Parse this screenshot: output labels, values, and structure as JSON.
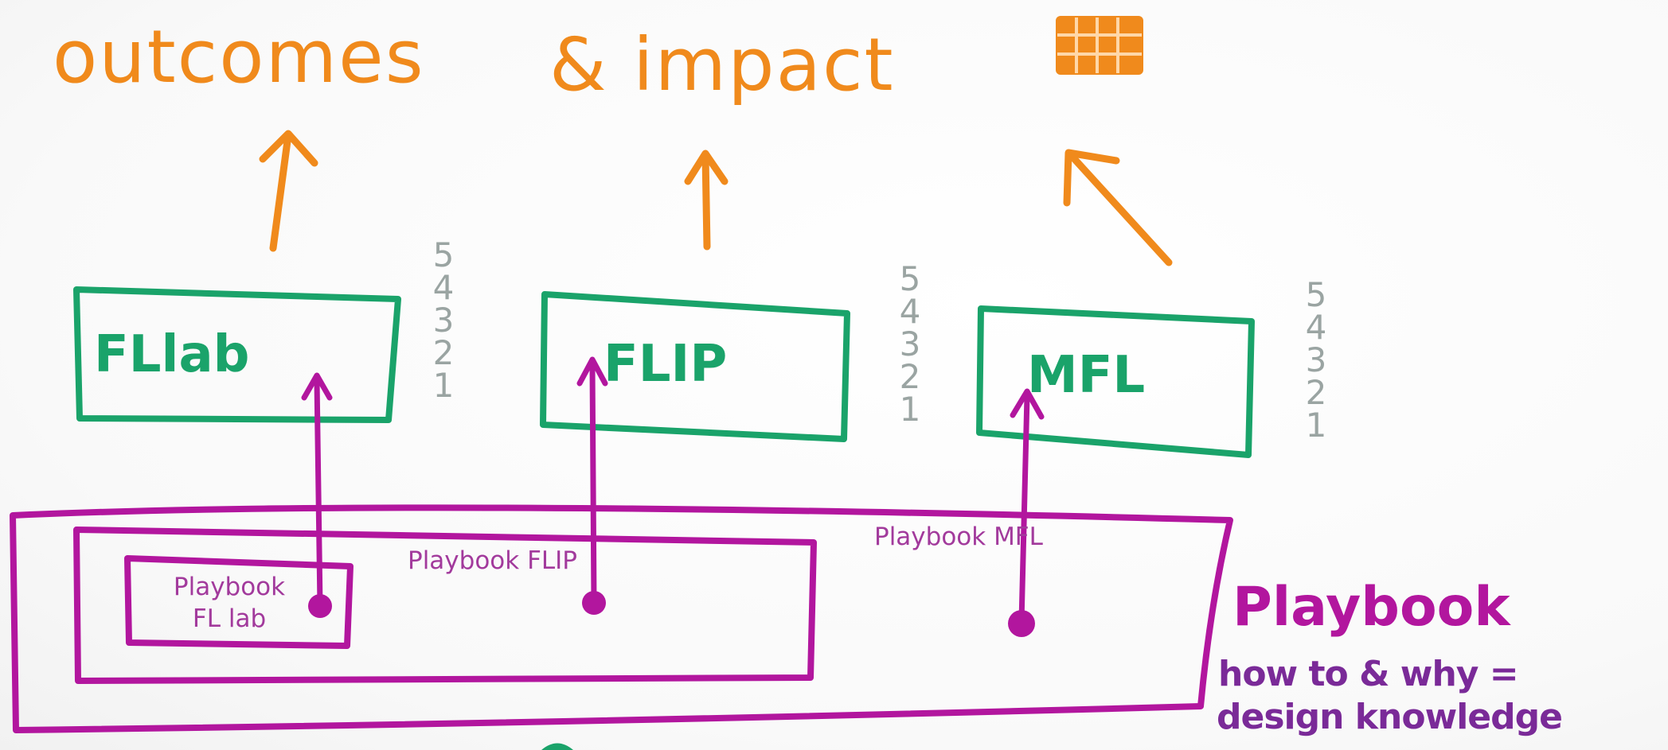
{
  "title": {
    "left": "outcomes",
    "right": "& impact"
  },
  "icon": {
    "name": "grid-icon",
    "color": "#f08a1c"
  },
  "colors": {
    "orange": "#f08a1c",
    "green": "#1aa36a",
    "magenta": "#b2169e",
    "purple": "#7a2a98",
    "gray": "#9aa4a2"
  },
  "programs": [
    {
      "label": "FLlab",
      "scale": [
        "5",
        "4",
        "3",
        "2",
        "1"
      ],
      "playbook": "Playbook\nFL lab"
    },
    {
      "label": "FLIP",
      "scale": [
        "5",
        "4",
        "3",
        "2",
        "1"
      ],
      "playbook": "Playbook FLIP"
    },
    {
      "label": "MFL",
      "scale": [
        "5",
        "4",
        "3",
        "2",
        "1"
      ],
      "playbook": "Playbook MFL"
    }
  ],
  "playbook": {
    "title": "Playbook",
    "subtitle_line1": "how to & why =",
    "subtitle_line2": "design knowledge"
  }
}
